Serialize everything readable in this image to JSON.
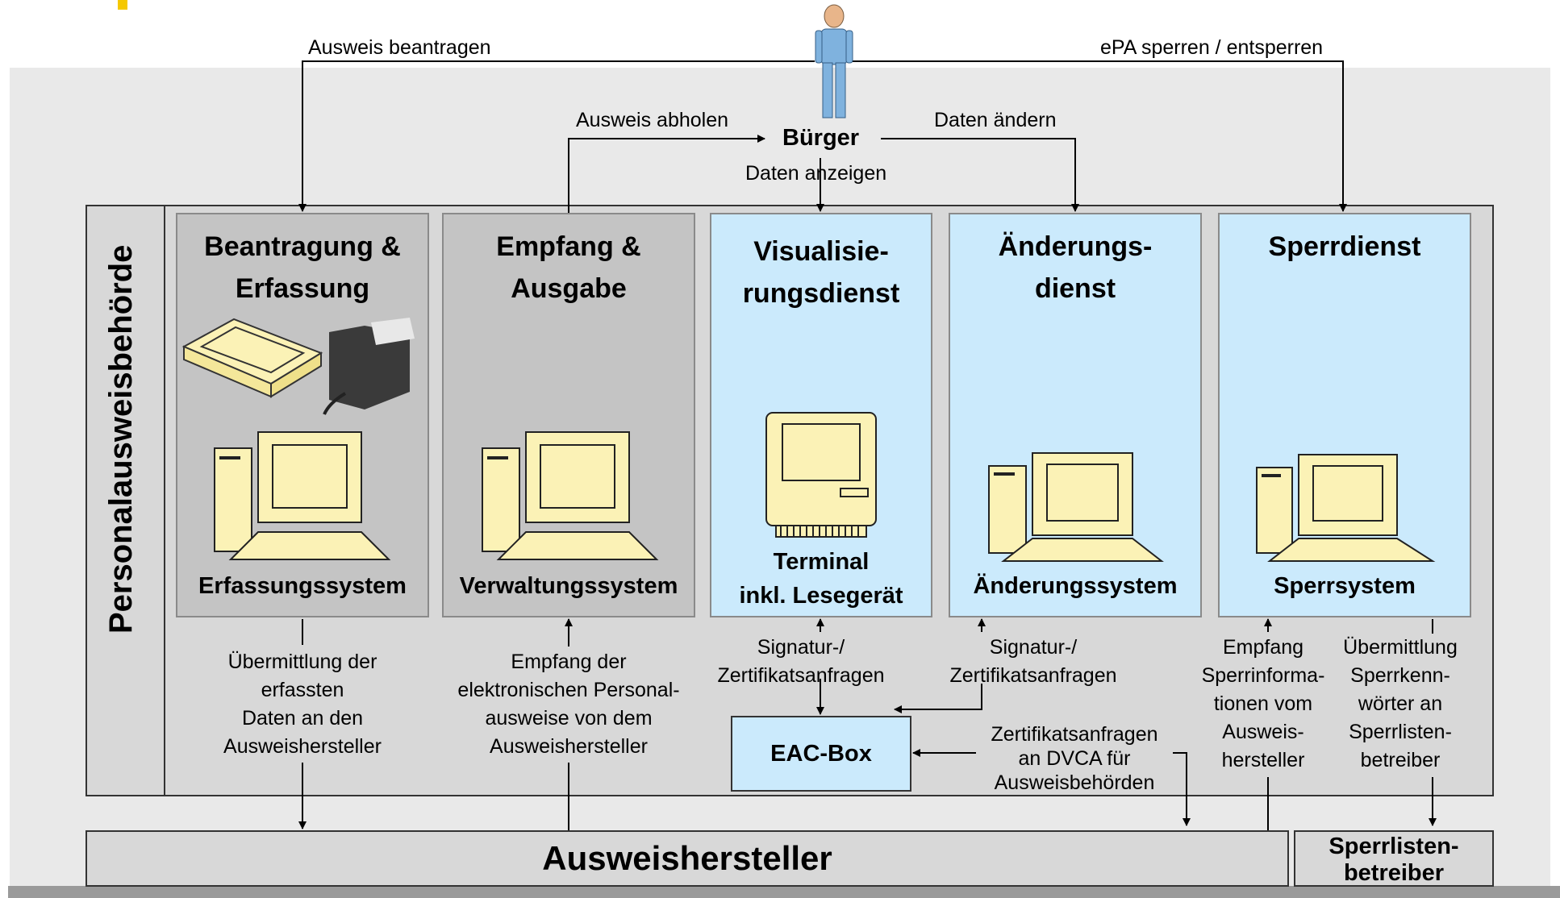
{
  "citizen": {
    "label": "Bürger"
  },
  "flows": {
    "apply": "Ausweis beantragen",
    "block": "ePA sperren / entsperren",
    "collect": "Ausweis abholen",
    "change": "Daten ändern",
    "show": "Daten anzeigen"
  },
  "authority": {
    "label": "Personalausweisbehörde"
  },
  "columns": [
    {
      "title": [
        "Beantragung &",
        "Erfassung"
      ],
      "system": "Erfassungssystem",
      "style": "grey"
    },
    {
      "title": [
        "Empfang &",
        "Ausgabe"
      ],
      "system": "Verwaltungssystem",
      "style": "grey"
    },
    {
      "title": [
        "Visualisie-",
        "rungsdienst"
      ],
      "system": [
        "Terminal",
        "inkl. Lesegerät"
      ],
      "style": "blue"
    },
    {
      "title": [
        "Änderungs-",
        "dienst"
      ],
      "system": "Änderungssystem",
      "style": "blue"
    },
    {
      "title": [
        "Sperrdienst"
      ],
      "system": "Sperrsystem",
      "style": "blue"
    }
  ],
  "notes": {
    "transmit_data": [
      "Übermittlung der",
      "erfassten",
      "Daten an den",
      "Ausweishersteller"
    ],
    "receive_ids": [
      "Empfang der",
      "elektronischen Personal-",
      "ausweise von dem",
      "Ausweishersteller"
    ],
    "sig_req_1": [
      "Signatur-/",
      "Zertifikatsanfragen"
    ],
    "sig_req_2": [
      "Signatur-/",
      "Zertifikatsanfragen"
    ],
    "cert_dvca": [
      "Zertifikatsanfragen",
      "an DVCA für",
      "Ausweisbehörden"
    ],
    "receive_block": [
      "Empfang",
      "Sperrinforma-",
      "tionen vom",
      "Ausweis-",
      "hersteller"
    ],
    "transmit_block": [
      "Übermittlung",
      "Sperrkenn-",
      "wörter an",
      "Sperrlisten-",
      "betreiber"
    ]
  },
  "eac_box": {
    "label": "EAC-Box"
  },
  "manufacturer": {
    "label": "Ausweishersteller"
  },
  "blocklist_operator": {
    "label": [
      "Sperrlisten-",
      "betreiber"
    ]
  },
  "icons": [
    "person-icon",
    "scanner-icon",
    "fingerprint-reader-icon",
    "desktop-computer-icon",
    "terminal-icon"
  ],
  "colors": {
    "grey_column": "#c4c4c4",
    "blue_column": "#cbeafc",
    "panel": "#e9e9e9",
    "frame": "#d8d8d8",
    "accent": "#f5c800"
  }
}
